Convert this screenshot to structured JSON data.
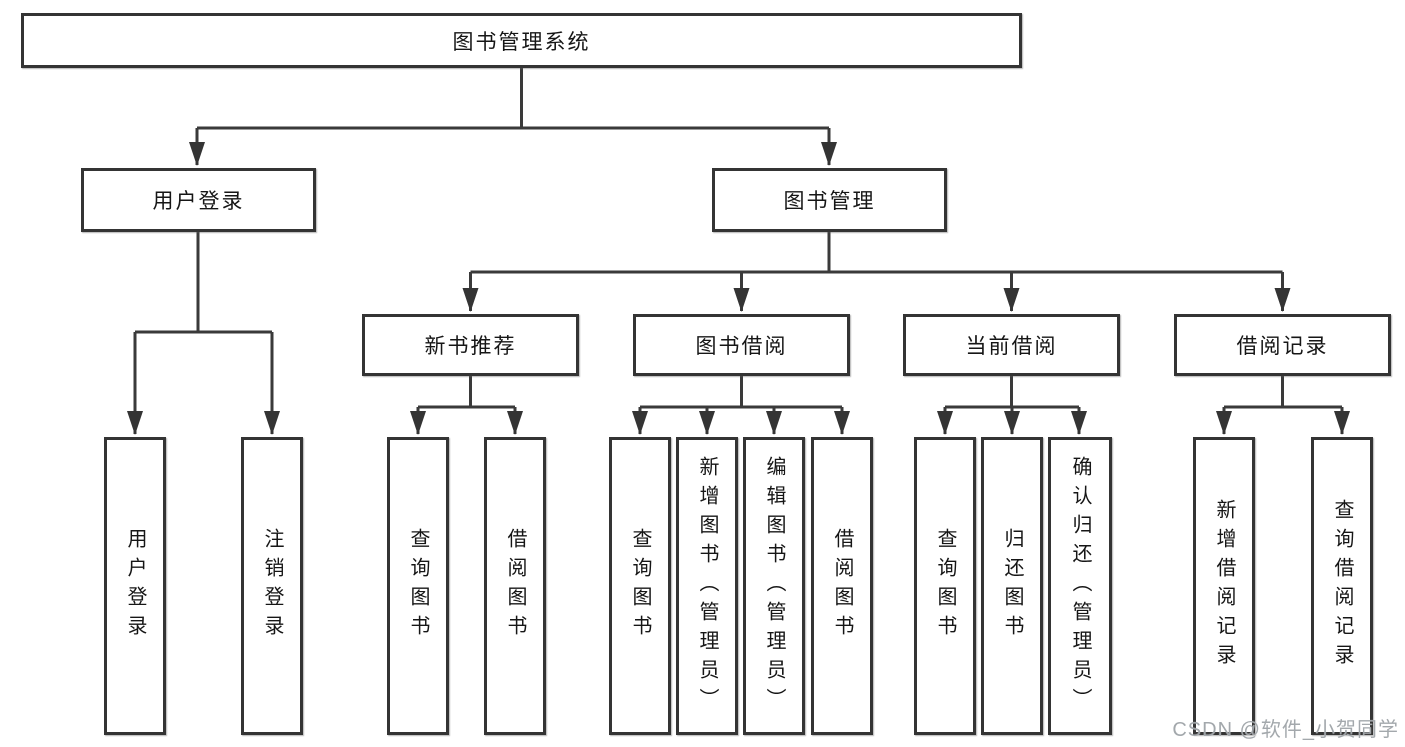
{
  "watermark": "CSDN @软件_小贺同学",
  "colors": {
    "line": "#3a3a3a",
    "border": "#343434",
    "text": "#161616",
    "watermark": "#9ea3a8"
  },
  "tree": {
    "root": {
      "label": "图书管理系统"
    },
    "branches": [
      {
        "label": "用户登录",
        "children": [
          {
            "label": "用户登录"
          },
          {
            "label": "注销登录"
          }
        ]
      },
      {
        "label": "图书管理",
        "children": [
          {
            "label": "新书推荐",
            "children": [
              {
                "label": "查询图书"
              },
              {
                "label": "借阅图书"
              }
            ]
          },
          {
            "label": "图书借阅",
            "children": [
              {
                "label": "查询图书"
              },
              {
                "label": "新增图书（管理员）"
              },
              {
                "label": "编辑图书（管理员）"
              },
              {
                "label": "借阅图书"
              }
            ]
          },
          {
            "label": "当前借阅",
            "children": [
              {
                "label": "查询图书"
              },
              {
                "label": "归还图书"
              },
              {
                "label": "确认归还（管理员）"
              }
            ]
          },
          {
            "label": "借阅记录",
            "children": [
              {
                "label": "新增借阅记录"
              },
              {
                "label": "查询借阅记录"
              }
            ]
          }
        ]
      }
    ]
  }
}
